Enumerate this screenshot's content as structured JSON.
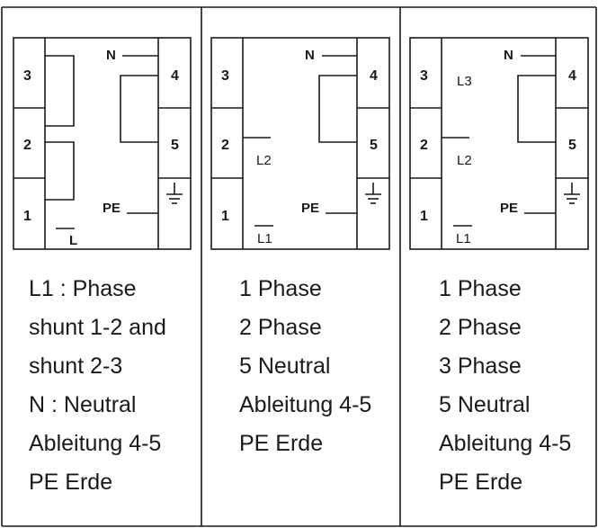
{
  "panels": [
    {
      "terminals": {
        "t3": "3",
        "t2": "2",
        "t1": "1",
        "t4": "4",
        "t5": "5"
      },
      "wire_labels": {
        "n": "N",
        "pe": "PE",
        "l": "L"
      },
      "description": [
        "L1 : Phase",
        "shunt 1-2 and",
        "shunt 2-3",
        "N : Neutral",
        "Ableitung 4-5",
        "PE Erde"
      ]
    },
    {
      "terminals": {
        "t3": "3",
        "t2": "2",
        "t1": "1",
        "t4": "4",
        "t5": "5"
      },
      "wire_labels": {
        "n": "N",
        "pe": "PE",
        "l2": "L2",
        "l1": "L1"
      },
      "description": [
        "1 Phase",
        "2 Phase",
        "5 Neutral",
        "Ableitung 4-5",
        "PE Erde"
      ]
    },
    {
      "terminals": {
        "t3": "3",
        "t2": "2",
        "t1": "1",
        "t4": "4",
        "t5": "5"
      },
      "wire_labels": {
        "n": "N",
        "pe": "PE",
        "l3": "L3",
        "l2": "L2",
        "l1": "L1"
      },
      "description": [
        "1 Phase",
        "2 Phase",
        "3 Phase",
        "5 Neutral",
        "Ableitung 4-5",
        "PE Erde"
      ]
    }
  ]
}
